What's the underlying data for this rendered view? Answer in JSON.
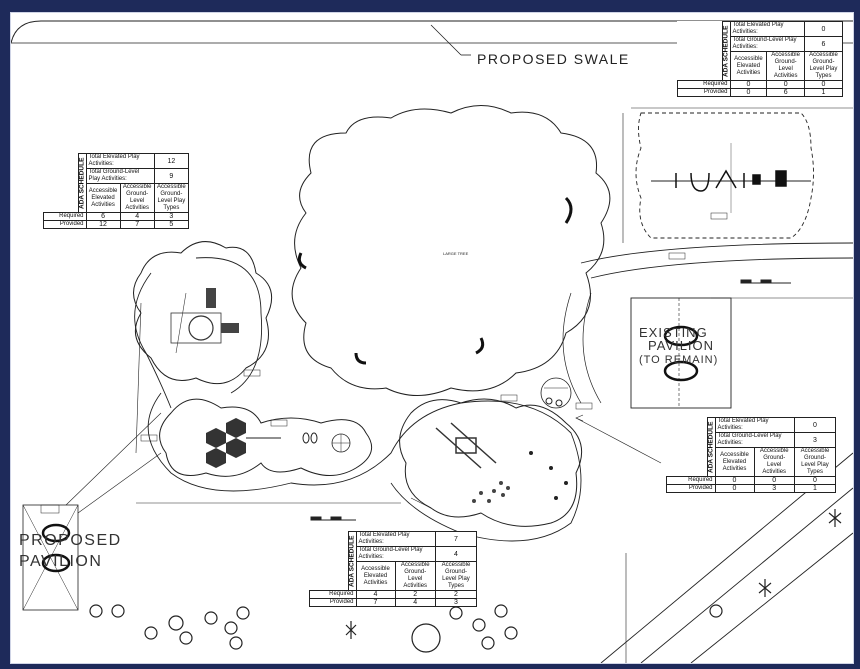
{
  "labels": {
    "proposed_swale": "PROPOSED SWALE",
    "existing_pavilion": "EXISTING PAVILION (TO REMAIN)",
    "proposed_pavilion": "PROPOSED PAVILION",
    "large_tree": "LARGE TREE"
  },
  "ada_tables": [
    {
      "vertical_title": "ADA SCHEDULE",
      "elevated_label": "Total Elevated Play Activities:",
      "elevated_total": "0",
      "ground_label": "Total Ground-Level Play Activities:",
      "ground_total": "6",
      "col_headers": [
        "Accessible Elevated Activities",
        "Accessible Ground-Level Activities",
        "Accessible Ground-Level Play Types"
      ],
      "rows": [
        {
          "label": "Required",
          "values": [
            "0",
            "0",
            "0"
          ]
        },
        {
          "label": "Provided",
          "values": [
            "0",
            "6",
            "1"
          ]
        }
      ]
    },
    {
      "vertical_title": "ADA SCHEDULE",
      "elevated_label": "Total Elevated Play Activities:",
      "elevated_total": "12",
      "ground_label": "Total Ground-Level Play Activities:",
      "ground_total": "9",
      "col_headers": [
        "Accessible Elevated Activities",
        "Accessible Ground-Level Activities",
        "Accessible Ground-Level Play Types"
      ],
      "rows": [
        {
          "label": "Required",
          "values": [
            "6",
            "4",
            "3"
          ]
        },
        {
          "label": "Provided",
          "values": [
            "12",
            "7",
            "5"
          ]
        }
      ]
    },
    {
      "vertical_title": "ADA SCHEDULE",
      "elevated_label": "Total Elevated Play Activities:",
      "elevated_total": "0",
      "ground_label": "Total Ground-Level Play Activities:",
      "ground_total": "3",
      "col_headers": [
        "Accessible Elevated Activities",
        "Accessible Ground-Level Activities",
        "Accessible Ground-Level Play Types"
      ],
      "rows": [
        {
          "label": "Required",
          "values": [
            "0",
            "0",
            "0"
          ]
        },
        {
          "label": "Provided",
          "values": [
            "0",
            "3",
            "1"
          ]
        }
      ]
    },
    {
      "vertical_title": "ADA SCHEDULE",
      "elevated_label": "Total Elevated Play Activities:",
      "elevated_total": "7",
      "ground_label": "Total Ground-Level Play Activities:",
      "ground_total": "4",
      "col_headers": [
        "Accessible Elevated Activities",
        "Accessible Ground-Level Activities",
        "Accessible Ground-Level Play Types"
      ],
      "rows": [
        {
          "label": "Required",
          "values": [
            "4",
            "2",
            "2"
          ]
        },
        {
          "label": "Provided",
          "values": [
            "7",
            "4",
            "3"
          ]
        }
      ]
    }
  ],
  "colors": {
    "frame_border": "#1e2a5a",
    "linework": "#222222"
  }
}
